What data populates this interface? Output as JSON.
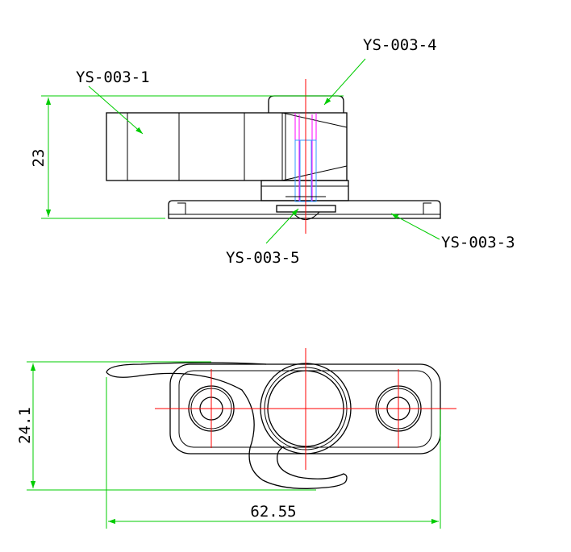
{
  "callouts": {
    "part1": "YS-003-1",
    "part3": "YS-003-3",
    "part4": "YS-003-4",
    "part5": "YS-003-5"
  },
  "dimensions": {
    "height_side": "23",
    "height_top": "24.1",
    "width_top": "62.55"
  },
  "colors": {
    "outline": "#000000",
    "dimension": "#00cc00",
    "centerline": "#ff0000",
    "hidden_magenta": "#ff00ff",
    "hidden_blue": "#3399ff"
  }
}
